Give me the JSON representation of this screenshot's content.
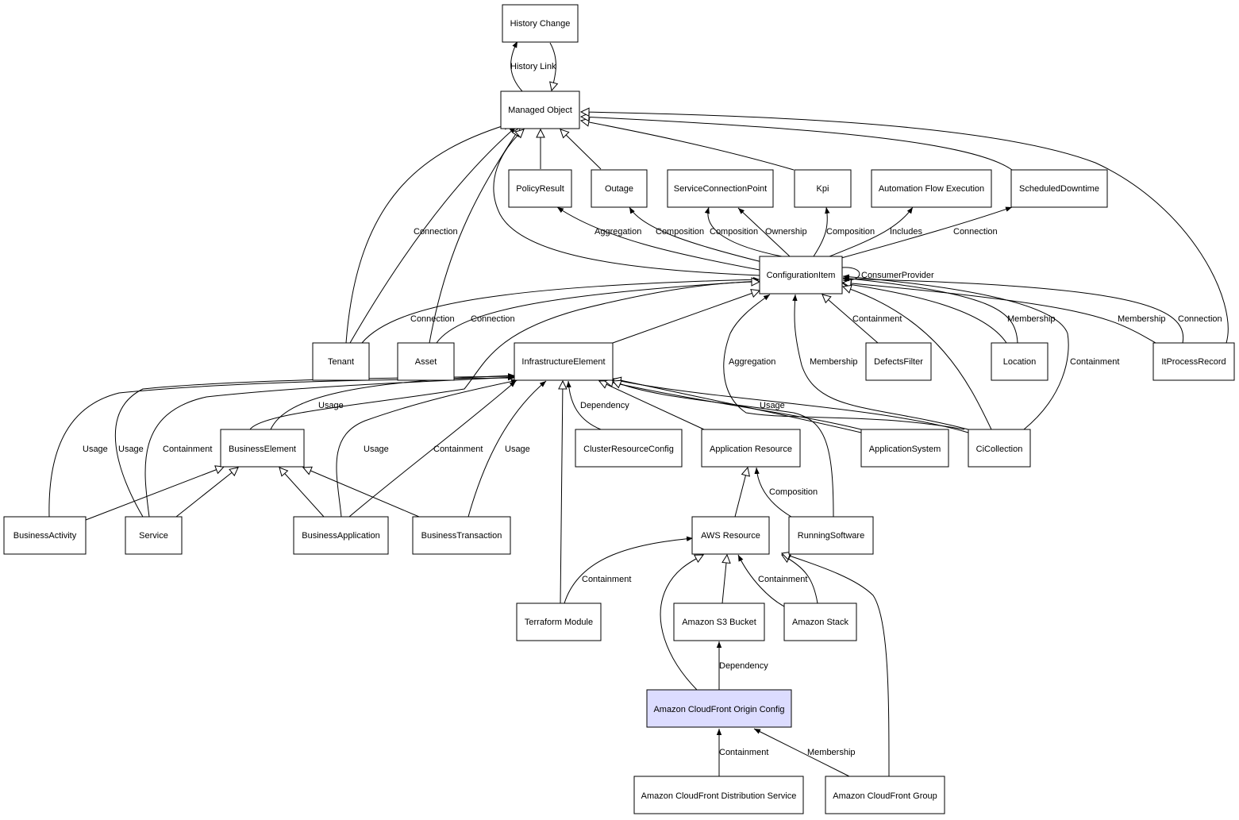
{
  "nodes": [
    {
      "id": "history_change",
      "label": "History Change"
    },
    {
      "id": "managed_object",
      "label": "Managed Object"
    },
    {
      "id": "policy_result",
      "label": "PolicyResult"
    },
    {
      "id": "outage",
      "label": "Outage"
    },
    {
      "id": "service_connection_point",
      "label": "ServiceConnectionPoint"
    },
    {
      "id": "kpi",
      "label": "Kpi"
    },
    {
      "id": "automation_flow_execution",
      "label": "Automation Flow Execution"
    },
    {
      "id": "scheduled_downtime",
      "label": "ScheduledDowntime"
    },
    {
      "id": "configuration_item",
      "label": "ConfigurationItem"
    },
    {
      "id": "tenant",
      "label": "Tenant"
    },
    {
      "id": "asset",
      "label": "Asset"
    },
    {
      "id": "infrastructure_element",
      "label": "InfrastructureElement"
    },
    {
      "id": "defects_filter",
      "label": "DefectsFilter"
    },
    {
      "id": "location",
      "label": "Location"
    },
    {
      "id": "it_process_record",
      "label": "ItProcessRecord"
    },
    {
      "id": "business_element",
      "label": "BusinessElement"
    },
    {
      "id": "cluster_resource_config",
      "label": "ClusterResourceConfig"
    },
    {
      "id": "application_resource",
      "label": "Application Resource"
    },
    {
      "id": "application_system",
      "label": "ApplicationSystem"
    },
    {
      "id": "ci_collection",
      "label": "CiCollection"
    },
    {
      "id": "business_activity",
      "label": "BusinessActivity"
    },
    {
      "id": "service",
      "label": "Service"
    },
    {
      "id": "business_application",
      "label": "BusinessApplication"
    },
    {
      "id": "business_transaction",
      "label": "BusinessTransaction"
    },
    {
      "id": "aws_resource",
      "label": "AWS Resource"
    },
    {
      "id": "running_software",
      "label": "RunningSoftware"
    },
    {
      "id": "terraform_module",
      "label": "Terraform Module"
    },
    {
      "id": "amazon_s3_bucket",
      "label": "Amazon S3 Bucket"
    },
    {
      "id": "amazon_stack",
      "label": "Amazon Stack"
    },
    {
      "id": "amazon_cloudfront_origin_config",
      "label": "Amazon CloudFront Origin Config"
    },
    {
      "id": "amazon_cloudfront_distribution_service",
      "label": "Amazon CloudFront Distribution Service"
    },
    {
      "id": "amazon_cloudfront_group",
      "label": "Amazon CloudFront Group"
    }
  ],
  "edge_labels": [
    "History Link",
    "Connection",
    "Aggregation",
    "Composition",
    "Composition",
    "Ownership",
    "Composition",
    "Includes",
    "Connection",
    "ConsumerProvider",
    "Connection",
    "Connection",
    "Containment",
    "Membership",
    "Membership",
    "Connection",
    "Aggregation",
    "Membership",
    "Containment",
    "Usage",
    "Dependency",
    "Usage",
    "Usage",
    "Usage",
    "Containment",
    "Usage",
    "Containment",
    "Usage",
    "Composition",
    "Containment",
    "Containment",
    "Dependency",
    "Containment",
    "Membership"
  ],
  "colors": {
    "highlight_fill": "#dcdcff",
    "default_fill": "#ffffff",
    "stroke": "#000000"
  }
}
